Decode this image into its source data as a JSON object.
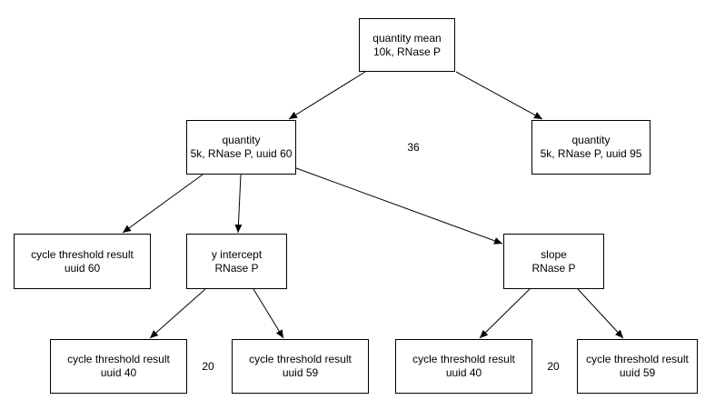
{
  "diagram": {
    "nodes": {
      "qmean": {
        "line1": "quantity mean",
        "line2": "10k, RNase P"
      },
      "q60": {
        "line1": "quantity",
        "line2": "5k, RNase P, uuid 60"
      },
      "q95": {
        "line1": "quantity",
        "line2": "5k, RNase P, uuid 95"
      },
      "ct60": {
        "line1": "cycle threshold result",
        "line2": "uuid 60"
      },
      "yint": {
        "line1": "y intercept",
        "line2": "RNase P"
      },
      "slope": {
        "line1": "slope",
        "line2": "RNase P"
      },
      "ct40a": {
        "line1": "cycle threshold result",
        "line2": "uuid 40"
      },
      "ct59a": {
        "line1": "cycle threshold result",
        "line2": "uuid 59"
      },
      "ct40b": {
        "line1": "cycle threshold result",
        "line2": "uuid 40"
      },
      "ct59b": {
        "line1": "cycle threshold result",
        "line2": "uuid 59"
      }
    },
    "labels": {
      "top_count": "36",
      "left_count": "20",
      "right_count": "20"
    },
    "edges": [
      {
        "from": "qmean",
        "to": "q60"
      },
      {
        "from": "qmean",
        "to": "q95"
      },
      {
        "from": "q60",
        "to": "ct60"
      },
      {
        "from": "q60",
        "to": "yint"
      },
      {
        "from": "q60",
        "to": "slope"
      },
      {
        "from": "yint",
        "to": "ct40a"
      },
      {
        "from": "yint",
        "to": "ct59a"
      },
      {
        "from": "slope",
        "to": "ct40b"
      },
      {
        "from": "slope",
        "to": "ct59b"
      }
    ],
    "colors": {
      "stroke": "#000000",
      "background": "#ffffff"
    }
  }
}
